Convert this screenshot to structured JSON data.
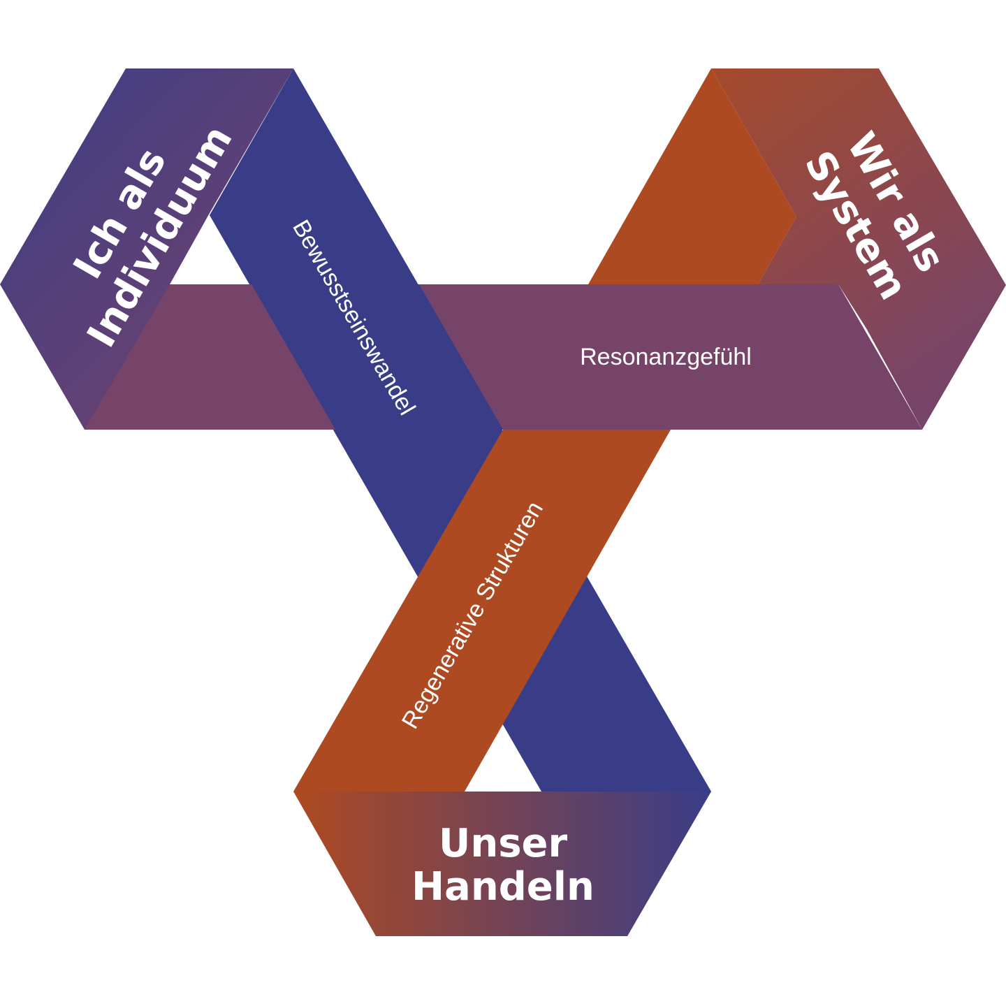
{
  "corners": {
    "individual": {
      "line1": "Ich als",
      "line2": "Individuum"
    },
    "system": {
      "line1": "Wir als",
      "line2": "System"
    },
    "action": {
      "line1": "Unser",
      "line2": "Handeln"
    }
  },
  "bands": {
    "consciousness": {
      "label": "Bewusstseinswandel",
      "color": "#393D88"
    },
    "resonance": {
      "label": "Resonanzgefühl",
      "color": "#774469"
    },
    "structures": {
      "label": "Regenerative Strukturen",
      "color": "#AE4A21"
    }
  },
  "colors": {
    "blue": "#393D88",
    "purple": "#774469",
    "orange": "#AE4A21",
    "background": "#FFFFFF"
  }
}
